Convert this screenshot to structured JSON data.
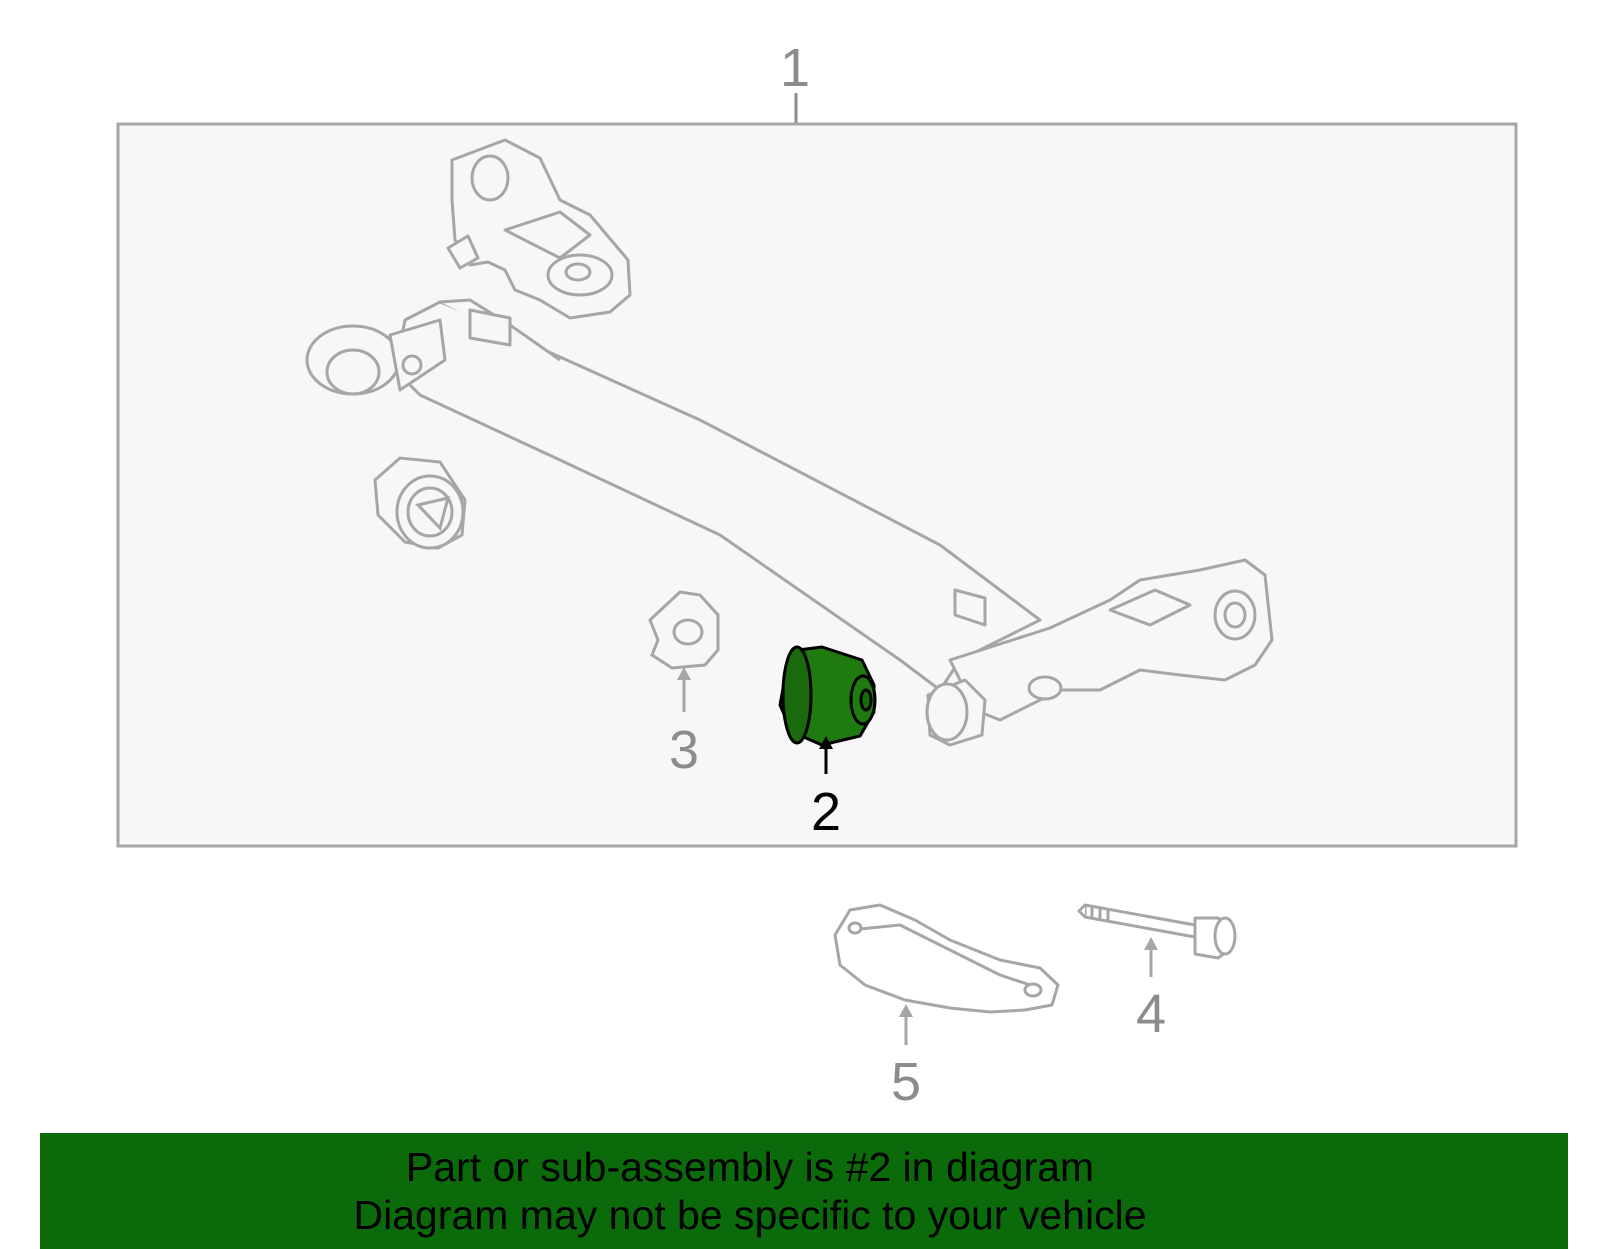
{
  "callouts": {
    "c1": "1",
    "c2": "2",
    "c3": "3",
    "c4": "4",
    "c5": "5"
  },
  "highlight_part": "2",
  "colors": {
    "part_outline": "#a6a6a6",
    "panel_bg": "#f7f7f7",
    "highlight_fill": "#1f7a10",
    "banner_bg": "#0b6b0b",
    "text_dark": "#000000",
    "text_grey": "#8c8c8c"
  },
  "banner": {
    "line1": "Part or sub-assembly is #2 in diagram",
    "line2": "Diagram may not be specific to your vehicle"
  }
}
